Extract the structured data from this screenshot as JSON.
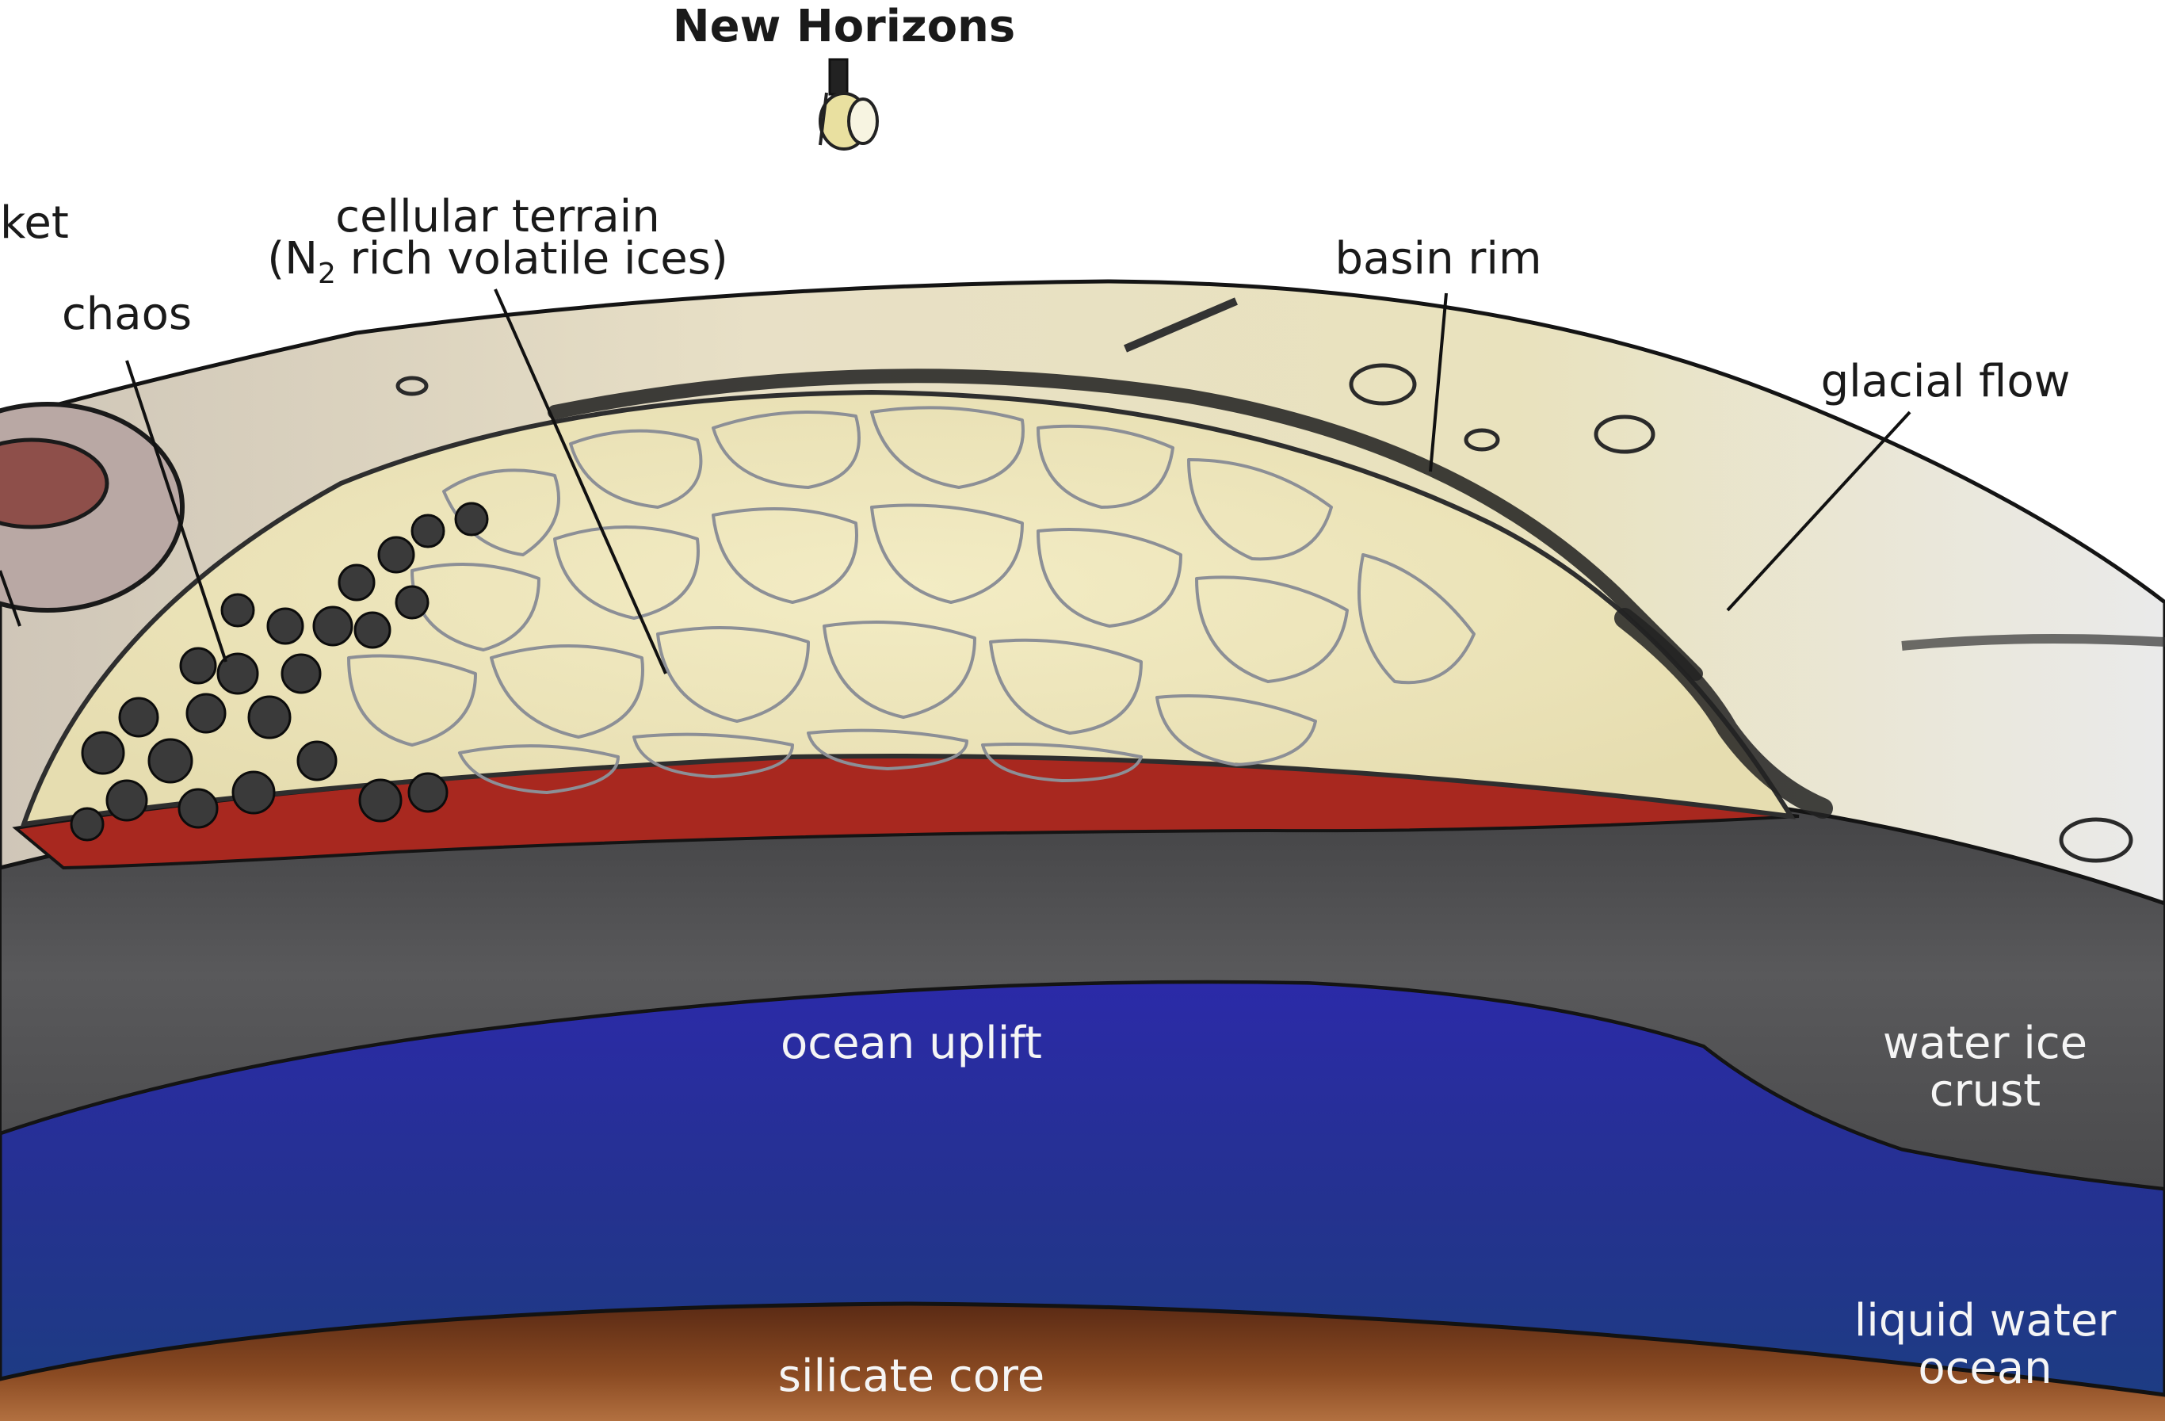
{
  "title": "New Horizons",
  "labels": {
    "basket": "ket",
    "chaos": "chaos",
    "cellular_terrain_line1": "cellular terrain",
    "cellular_terrain_line2_pre": "(N",
    "cellular_terrain_line2_sub": "2",
    "cellular_terrain_line2_post": " rich volatile ices)",
    "basin_rim": "basin rim",
    "glacial_flow": "glacial flow",
    "ocean_uplift": "ocean uplift",
    "water_ice_crust_line1": "water ice",
    "water_ice_crust_line2": "crust",
    "liquid_water_ocean_line1": "liquid water",
    "liquid_water_ocean_line2": "ocean",
    "silicate_core": "silicate core"
  },
  "icons": {
    "spacecraft": "new-horizons-spacecraft-icon"
  },
  "colors": {
    "background": "#ffffff",
    "cellular_terrain": "#efe6b6",
    "red_layer": "#a8281f",
    "ice_crust": "#4c4c4e",
    "ocean": "#26259c",
    "ocean_deep": "#1c3c8c",
    "core": "#7a3f1c",
    "chaos_blocks": "#3a3a3a",
    "outline": "#141414"
  }
}
